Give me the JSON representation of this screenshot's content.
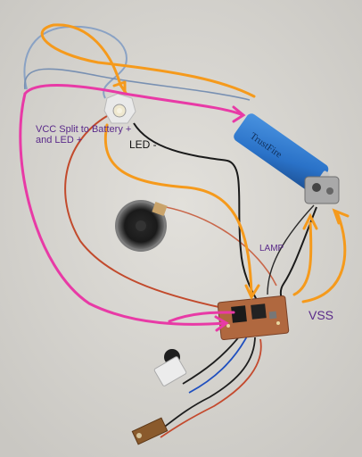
{
  "annotations": {
    "vcc_split": "VCC Split to Battery + and LED +",
    "led_minus": "LED -",
    "lamp": "LAMP",
    "vss": "VSS"
  },
  "battery_label": "TrustFire",
  "colors": {
    "background": "#d9d7d2",
    "orange_arrow": "#f59a1c",
    "magenta_arrow": "#e83aa6",
    "battery_blue": "#2a72c8",
    "wire_red": "#c24a2c",
    "wire_black": "#1a1a1a",
    "wire_blue": "#5a7fb0",
    "pcb_brown": "#b0683f",
    "label_purple": "#5a2a8a"
  }
}
